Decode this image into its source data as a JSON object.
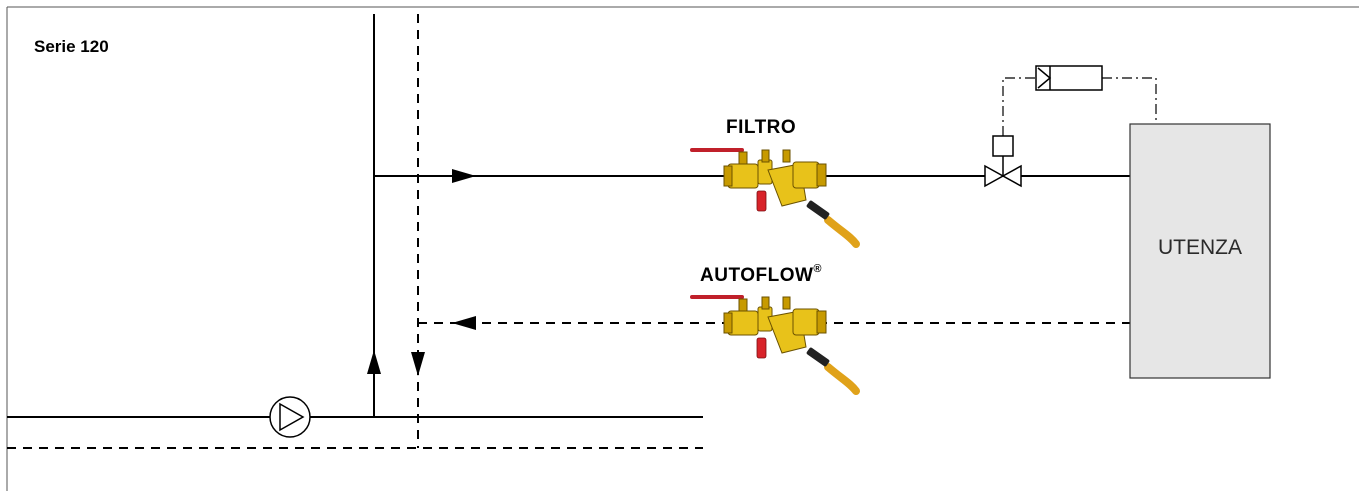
{
  "title": "Serie 120",
  "valves": [
    {
      "label": "FILTRO",
      "registered": ""
    },
    {
      "label": "AUTOFLOW",
      "registered": "®"
    }
  ],
  "user_box": {
    "label": "UTENZA"
  },
  "colors": {
    "pipe": "#000000",
    "brass": "#e8c21a",
    "handle": "#c0202a",
    "tag": "#d8232a",
    "box_fill": "#e6e6e6"
  },
  "icons": [
    "pump-icon",
    "control-valve-icon",
    "actuator-icon",
    "controller-icon",
    "flow-arrow-icon",
    "balancing-valve-icon"
  ]
}
